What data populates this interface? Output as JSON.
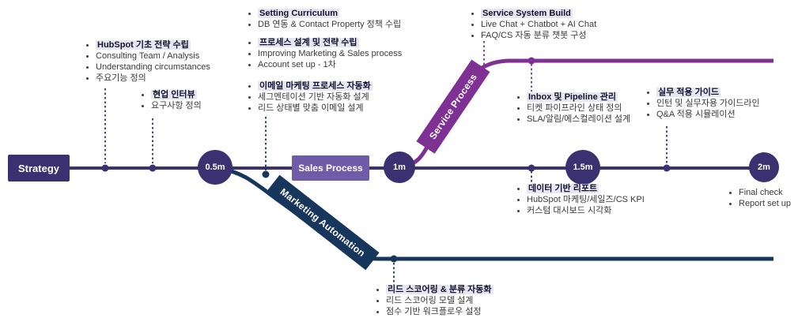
{
  "palette": {
    "indigo": "#3B3070",
    "purple_mid": "#6F5CA8",
    "purple_bright": "#7E3093",
    "navy": "#16365C",
    "highlight": "#E8E6F0",
    "text": "#3A3A3A",
    "title": "#12122E"
  },
  "milestones": {
    "strategy": {
      "label": "Strategy"
    },
    "m05": {
      "label": "0.5m"
    },
    "sales": {
      "label": "Sales Process"
    },
    "m1": {
      "label": "1m"
    },
    "m15": {
      "label": "1.5m"
    },
    "m2": {
      "label": "2m"
    }
  },
  "branch_labels": {
    "service": "Service Process",
    "marketing": "Marketing Automation"
  },
  "blocks": {
    "hubspot_basic": {
      "title": "HubSpot 기초 전략 수립",
      "items": [
        "Consulting Team / Analysis",
        "Understanding circumstances",
        "주요기능 정의"
      ]
    },
    "field_interview": {
      "title": "현업 인터뷰",
      "items": [
        "요구사항 정의"
      ]
    },
    "setting_curriculum": {
      "title": "Setting Curriculum",
      "items": [
        "DB 연동 & Contact Property 정책 수립"
      ]
    },
    "process_design": {
      "title": "프로세스 설계 및 전략 수립",
      "items": [
        "Improving Marketing & Sales process",
        "Account set up - 1차"
      ]
    },
    "email_automation": {
      "title": "이메일 마케팅 프로세스 자동화",
      "items": [
        "세그멘테이션 기반 자동화 설계",
        "리드 상태별 맞춤 이메일 설계"
      ]
    },
    "service_system": {
      "title": "Service System Build",
      "items": [
        "Live Chat + Chatbot + AI Chat",
        "FAQ/CS 자동 분류 챗봇 구성"
      ]
    },
    "inbox_pipeline": {
      "title": "Inbox 및 Pipeline 관리",
      "items": [
        "티켓 파이프라인 상태 정의",
        "SLA/알림/에스컬레이션 설계"
      ]
    },
    "practical_guide": {
      "title": "실무 적용 가이드",
      "items": [
        "인턴 및 실무자용 가이드라인",
        "Q&A 적용 시뮬레이션"
      ]
    },
    "data_report": {
      "title": "데이터 기반 리포트",
      "items": [
        "HubSpot 마케팅/세일즈/CS KPI",
        "커스텀 대시보드 시각화"
      ]
    },
    "lead_scoring": {
      "title": "리드 스코어링 & 분류 자동화",
      "items": [
        "리드 스코어링 모델 설계",
        "점수 기반 워크플로우 설정"
      ]
    },
    "final_steps": {
      "items": [
        "Final check",
        "Report set up"
      ]
    }
  }
}
